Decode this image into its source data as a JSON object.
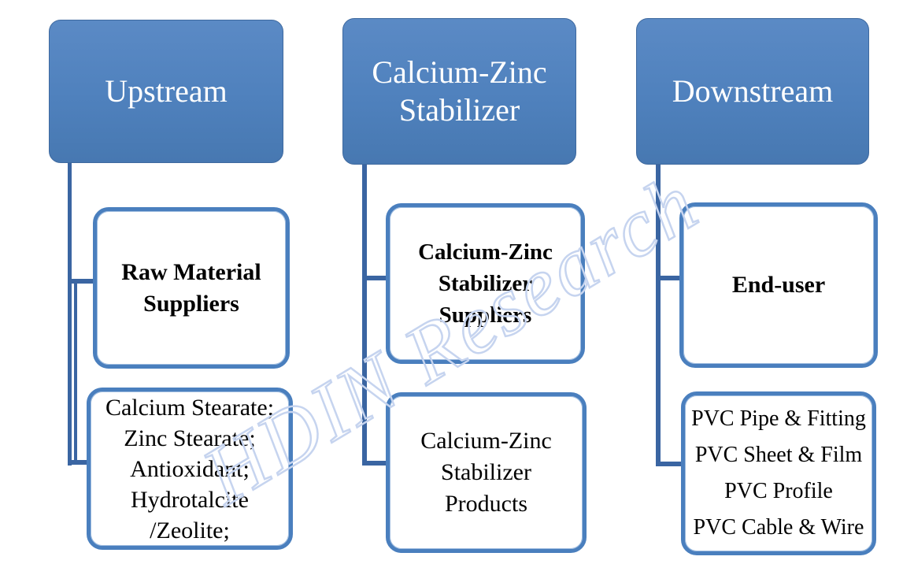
{
  "diagram": {
    "watermark": "HDIN Research",
    "colors": {
      "header_fill": "#4f81bd",
      "header_text": "#ffffff",
      "child_border": "#4a7fbe",
      "child_text": "#000000",
      "connector": "#3a65a2",
      "watermark": "#c6d4ef",
      "background": "#ffffff"
    },
    "columns": [
      {
        "header_lines": [
          "Upstream"
        ],
        "child1_lines": [
          "Raw Material",
          "Suppliers"
        ],
        "child2_lines": [
          "Calcium Stearate;",
          "Zinc Stearate;",
          "Antioxidant;",
          "Hydrotalcite",
          "/Zeolite;"
        ]
      },
      {
        "header_lines": [
          "Calcium-Zinc",
          "Stabilizer"
        ],
        "child1_lines": [
          "Calcium-Zinc",
          "Stabilizer",
          "Suppliers"
        ],
        "child2_lines": [
          "Calcium-Zinc",
          "Stabilizer",
          "Products"
        ]
      },
      {
        "header_lines": [
          "Downstream"
        ],
        "child1_lines": [
          "End-user"
        ],
        "child2_lines": [
          "PVC Pipe & Fitting",
          "PVC Sheet & Film",
          "PVC Profile",
          "PVC Cable & Wire"
        ]
      }
    ]
  }
}
